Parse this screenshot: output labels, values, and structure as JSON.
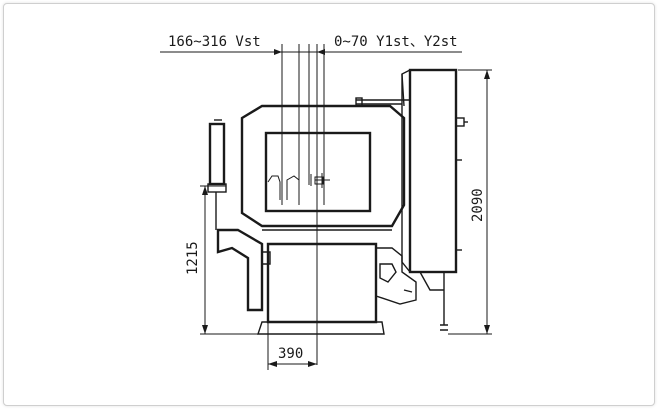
{
  "annotations": {
    "vst_range": "166~316 Vst",
    "y_stroke": "0~70 Y1st、Y2st",
    "height_total": "2090",
    "height_table": "1215",
    "width_base": "390"
  },
  "colors": {
    "line": "#1a1a1a",
    "background": "#ffffff",
    "border": "#cfcfcf"
  }
}
